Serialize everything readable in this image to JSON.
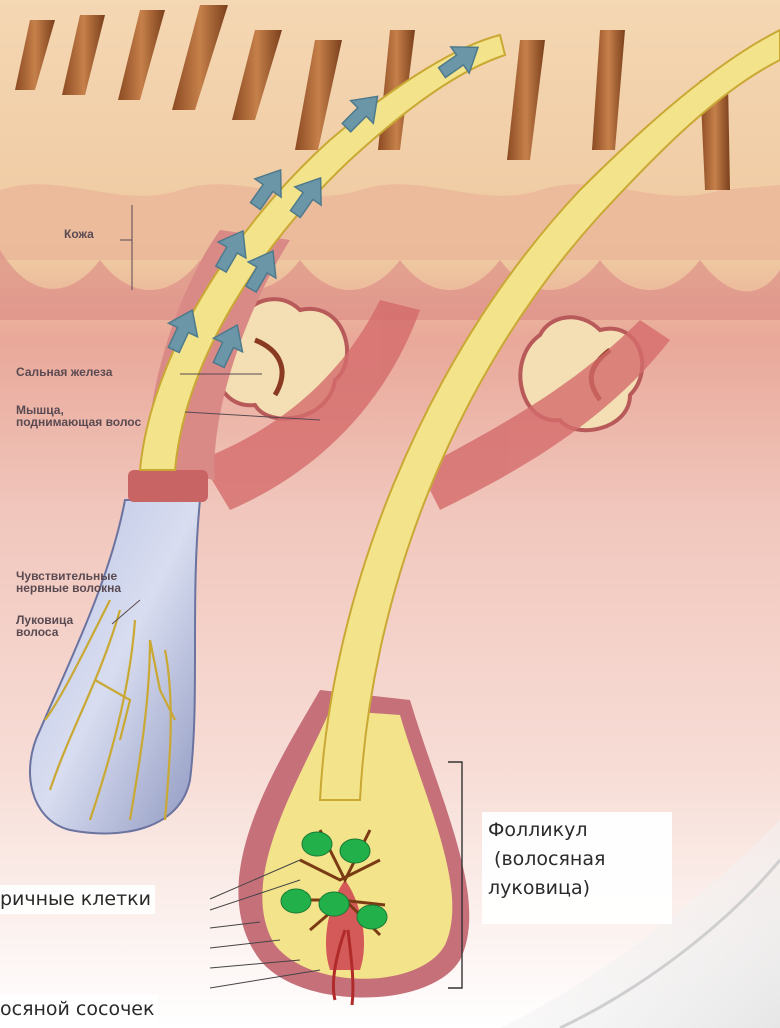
{
  "labels": {
    "skin": "Кожа",
    "sebaceous_gland": "Сальная железа",
    "muscle_line1": "Мышца,",
    "muscle_line2": "поднимающая волос",
    "nerve_line1": "Чувствительные",
    "nerve_line2": "нервные волокна",
    "bulb_line1": "Луковица",
    "bulb_line2": "волоса",
    "follicle_line1": "Фолликул",
    "follicle_line2": " (волосяная",
    "follicle_line3": "луковица)",
    "matrix_cells": "ричные клетки",
    "papilla": "осяной сосочек"
  },
  "colors": {
    "arrow_fill": "#6a96a8",
    "stem_cells": "#22b04a",
    "hair_shaft": "#f3e38a",
    "follicle_sheath": "#c6707a",
    "skin_background": "#f1cfa6"
  },
  "arrows": {
    "count": 8,
    "direction": "upward along hair shaft"
  },
  "stem_cells": {
    "count": 5
  }
}
